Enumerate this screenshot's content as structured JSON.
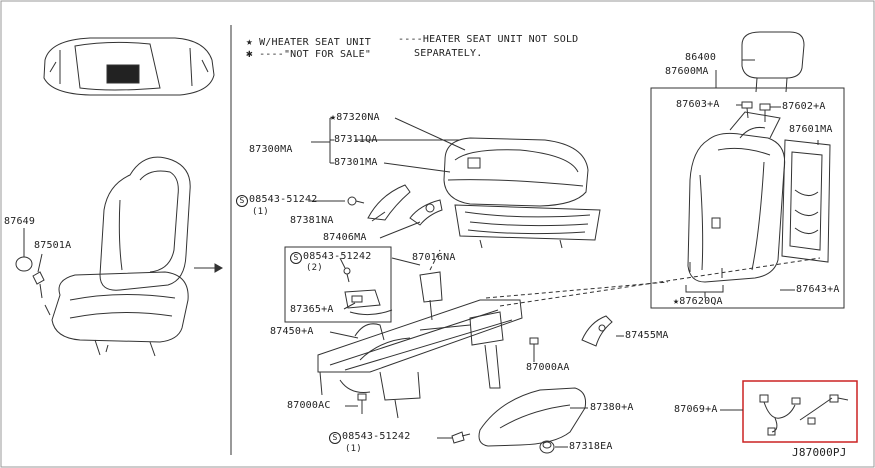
{
  "legend": {
    "star_symbol": "★",
    "asterisk_symbol": "✱",
    "line1_left": "W/HEATER SEAT UNIT",
    "line1_right": "HEATER SEAT UNIT NOT SOLD",
    "line2_left": "\"NOT FOR SALE\"",
    "line2_right": "SEPARATELY."
  },
  "parts": {
    "p87649": "87649",
    "p87501A": "87501A",
    "p87320NA": "87320NA",
    "p87311QA": "87311QA",
    "p87300MA": "87300MA",
    "p87301MA": "87301MA",
    "screw1": "08543-51242",
    "screw1_qty": "(1)",
    "p87381NA": "87381NA",
    "p87406MA": "87406MA",
    "screw2": "08543-51242",
    "screw2_qty": "(2)",
    "p87016NA": "87016NA",
    "p87365A": "87365+A",
    "p87450A": "87450+A",
    "p87455MA": "87455MA",
    "p87000AA": "87000AA",
    "p87000AC": "87000AC",
    "p87380A": "87380+A",
    "screw3": "08543-51242",
    "screw3_qty": "(1)",
    "p87318EA": "87318EA",
    "p86400": "86400",
    "p87600MA": "87600MA",
    "p87603A": "87603+A",
    "p87602A": "87602+A",
    "p87601MA": "87601MA",
    "p87643A": "87643+A",
    "p87620QA": "87620QA",
    "p87069A": "87069+A",
    "s_symbol": "S"
  },
  "diagram_code": "J87000PJ",
  "colors": {
    "line": "#333333",
    "highlight_box": "#cc2222"
  }
}
